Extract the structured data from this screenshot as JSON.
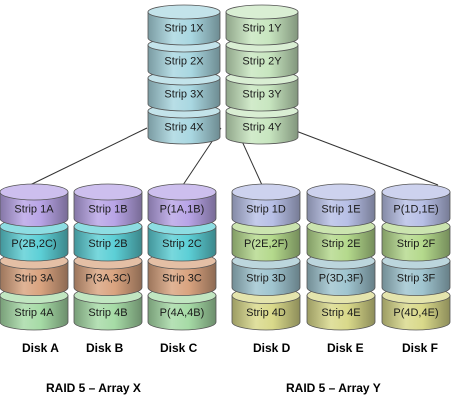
{
  "arrays": [
    {
      "id": "x",
      "label": "RAID 5 – Array X",
      "strips": [
        "Strip 1X",
        "Strip 2X",
        "Strip 3X",
        "Strip 4X"
      ],
      "color": "#a9d7e1"
    },
    {
      "id": "y",
      "label": "RAID 5 – Array Y",
      "strips": [
        "Strip 1Y",
        "Strip 2Y",
        "Strip 3Y",
        "Strip 4Y"
      ],
      "color": "#c8e6c0"
    }
  ],
  "disks": [
    {
      "name": "Disk A",
      "array": "x",
      "segments": [
        {
          "label": "Strip 1A",
          "color": "#b8a4e6"
        },
        {
          "label": "P(2B,2C)",
          "color": "#5ccfd6"
        },
        {
          "label": "Strip 3A",
          "color": "#d9a37f"
        },
        {
          "label": "Strip 4A",
          "color": "#a6dba6"
        }
      ]
    },
    {
      "name": "Disk B",
      "array": "x",
      "segments": [
        {
          "label": "Strip 1B",
          "color": "#b8a4e6"
        },
        {
          "label": "Strip 2B",
          "color": "#5ccfd6"
        },
        {
          "label": "P(3A,3C)",
          "color": "#d9a37f"
        },
        {
          "label": "Strip 4B",
          "color": "#a6dba6"
        }
      ]
    },
    {
      "name": "Disk C",
      "array": "x",
      "segments": [
        {
          "label": "P(1A,1B)",
          "color": "#b8a4e6"
        },
        {
          "label": "Strip 2C",
          "color": "#5ccfd6"
        },
        {
          "label": "Strip 3C",
          "color": "#d9a37f"
        },
        {
          "label": "P(4A,4B)",
          "color": "#a6dba6"
        }
      ]
    },
    {
      "name": "Disk D",
      "array": "y",
      "segments": [
        {
          "label": "Strip 1D",
          "color": "#b7bfe6"
        },
        {
          "label": "P(2E,2F)",
          "color": "#b4d98c"
        },
        {
          "label": "Strip 3D",
          "color": "#9fc4cf"
        },
        {
          "label": "Strip 4D",
          "color": "#d9d98a"
        }
      ]
    },
    {
      "name": "Disk E",
      "array": "y",
      "segments": [
        {
          "label": "Strip 1E",
          "color": "#b7bfe6"
        },
        {
          "label": "Strip 2E",
          "color": "#b4d98c"
        },
        {
          "label": "P(3D,3F)",
          "color": "#9fc4cf"
        },
        {
          "label": "Strip 4E",
          "color": "#d9d98a"
        }
      ]
    },
    {
      "name": "Disk F",
      "array": "y",
      "segments": [
        {
          "label": "P(1D,1E)",
          "color": "#b7bfe6"
        },
        {
          "label": "Strip 2F",
          "color": "#b4d98c"
        },
        {
          "label": "Strip 3F",
          "color": "#9fc4cf"
        },
        {
          "label": "P(4D,4E)",
          "color": "#d9d98a"
        }
      ]
    }
  ]
}
